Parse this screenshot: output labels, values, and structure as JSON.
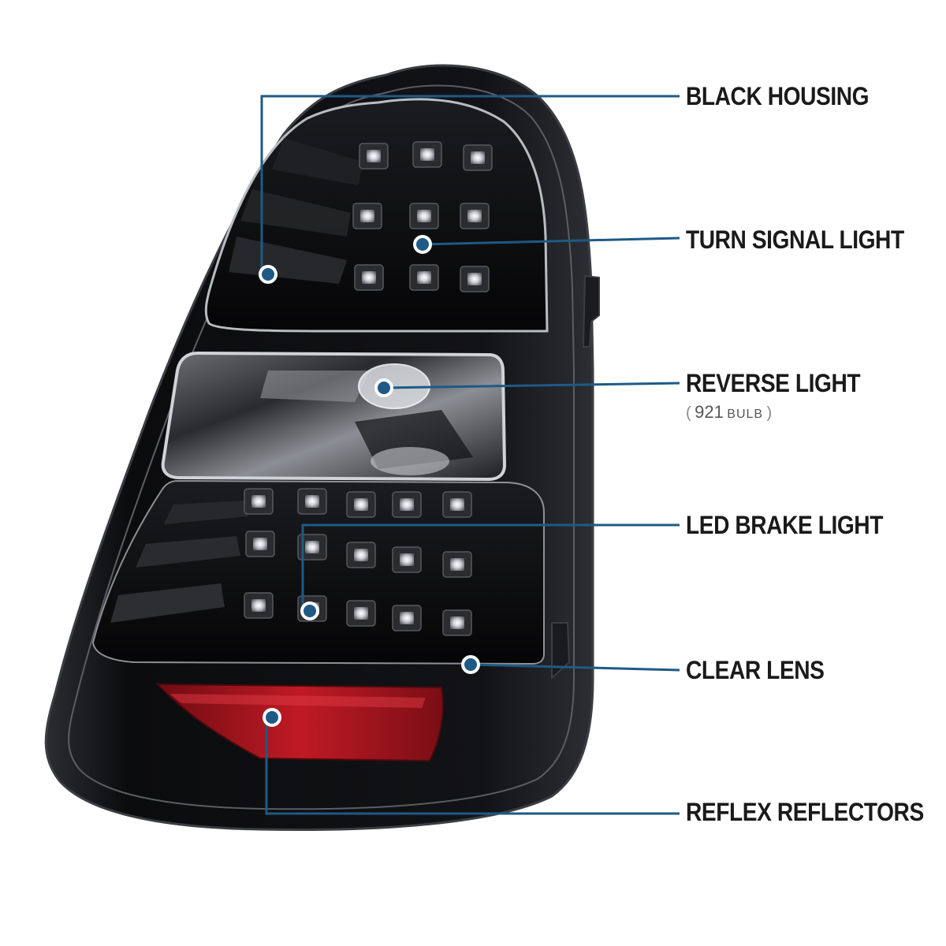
{
  "colors": {
    "callout": "#1e5a85",
    "label_text": "#1a1a1a",
    "housing": "#0c0c0e",
    "chrome_trim": "#c9cdd2",
    "reflector": "#b3141e"
  },
  "callouts": [
    {
      "label": "BLACK HOUSING"
    },
    {
      "label": "TURN SIGNAL LIGHT"
    },
    {
      "label": "REVERSE LIGHT",
      "sub_open": "(",
      "sub_number": "921",
      "sub_unit": "BULB",
      "sub_close": ")"
    },
    {
      "label": "LED BRAKE LIGHT"
    },
    {
      "label": "CLEAR LENS"
    },
    {
      "label": "REFLEX REFLECTORS"
    }
  ]
}
